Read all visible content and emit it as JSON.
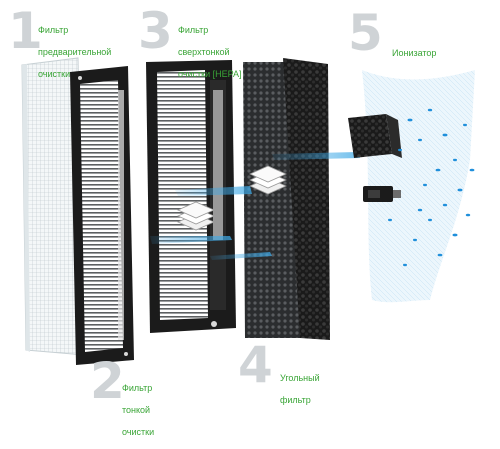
{
  "colors": {
    "number": "#cfd3d6",
    "label": "#3aa537",
    "airflow": "#3fa9e6",
    "particles": "#1f8fdb",
    "frame": "#1b1b1b"
  },
  "stages": [
    {
      "number": "1",
      "label_lines": [
        "Фильтр",
        "предварительной",
        "очистки"
      ]
    },
    {
      "number": "2",
      "label_lines": [
        "Фильтр",
        "тонкой",
        "очистки"
      ]
    },
    {
      "number": "3",
      "label_lines": [
        "Фильтр",
        "сверхтонкой",
        "очистки [HEPA]"
      ]
    },
    {
      "number": "4",
      "label_lines": [
        "Угольный",
        "фильтр"
      ]
    },
    {
      "number": "5",
      "label_lines": [
        "Ионизатор"
      ]
    }
  ],
  "icons": {
    "pre_filter": "mesh-prefilter-icon",
    "fine_filter": "pleated-filter-icon",
    "hepa_filter": "pleated-hepa-icon",
    "carbon_filter": "carbon-granule-icon",
    "ionizer": "ionizer-module-icon"
  }
}
